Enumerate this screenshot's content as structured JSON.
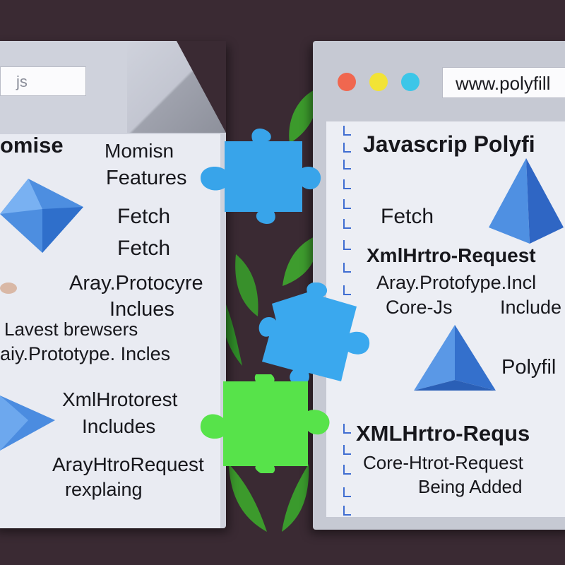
{
  "left_window": {
    "search_text": "js",
    "lines": [
      "omise",
      "Momisn",
      "Features",
      "Fetch",
      "Fetch",
      "Aray.Protocyre",
      "Inclues",
      "Lavest brewsers",
      "aiy.Prototype. Incles",
      "XmlHrotorest",
      "Includes",
      "ArayHtroRequest",
      "rexplaing"
    ]
  },
  "right_window": {
    "url": "www.polyfill",
    "traffic_lights": [
      "#f0674f",
      "#f2e336",
      "#3cc6e8"
    ],
    "lines": [
      "Javascrip Polyfi",
      "Fetch",
      "XmlHrtro-Request",
      "Aray.Protofype.Incl",
      "Core-Js",
      "Include",
      "Polyfil",
      "XMLHrtro-Requs",
      "Core-Htrot-Request",
      "Being Added"
    ]
  },
  "colors": {
    "background": "#3a2a33",
    "puzzle_blue": "#38a4ea",
    "puzzle_green": "#57e34a",
    "leaf_green": "#3c9a2c",
    "accent_blue": "#3f6dd1"
  },
  "icons": [
    "blue-pyramid-icon",
    "blue-diamond-icon",
    "puzzle-piece-icon",
    "leaf-icon",
    "tick-mark-icon"
  ]
}
